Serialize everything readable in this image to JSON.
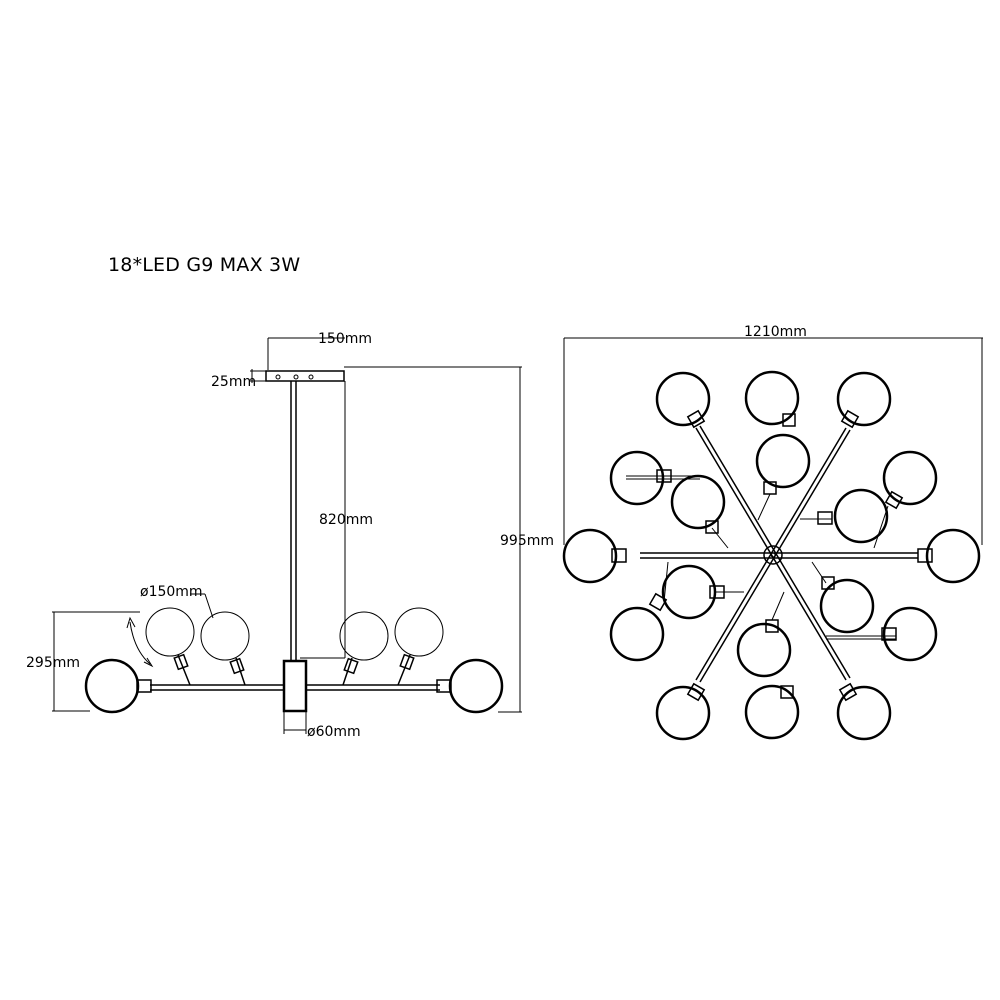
{
  "title": "18*LED G9 MAX 3W",
  "dimensions": {
    "canopy_width": "150mm",
    "canopy_height": "25mm",
    "rod_length": "820mm",
    "total_height": "995mm",
    "globe_diameter": "ø150mm",
    "fixture_height": "295mm",
    "body_diameter": "ø60mm",
    "overall_width": "1210mm"
  }
}
